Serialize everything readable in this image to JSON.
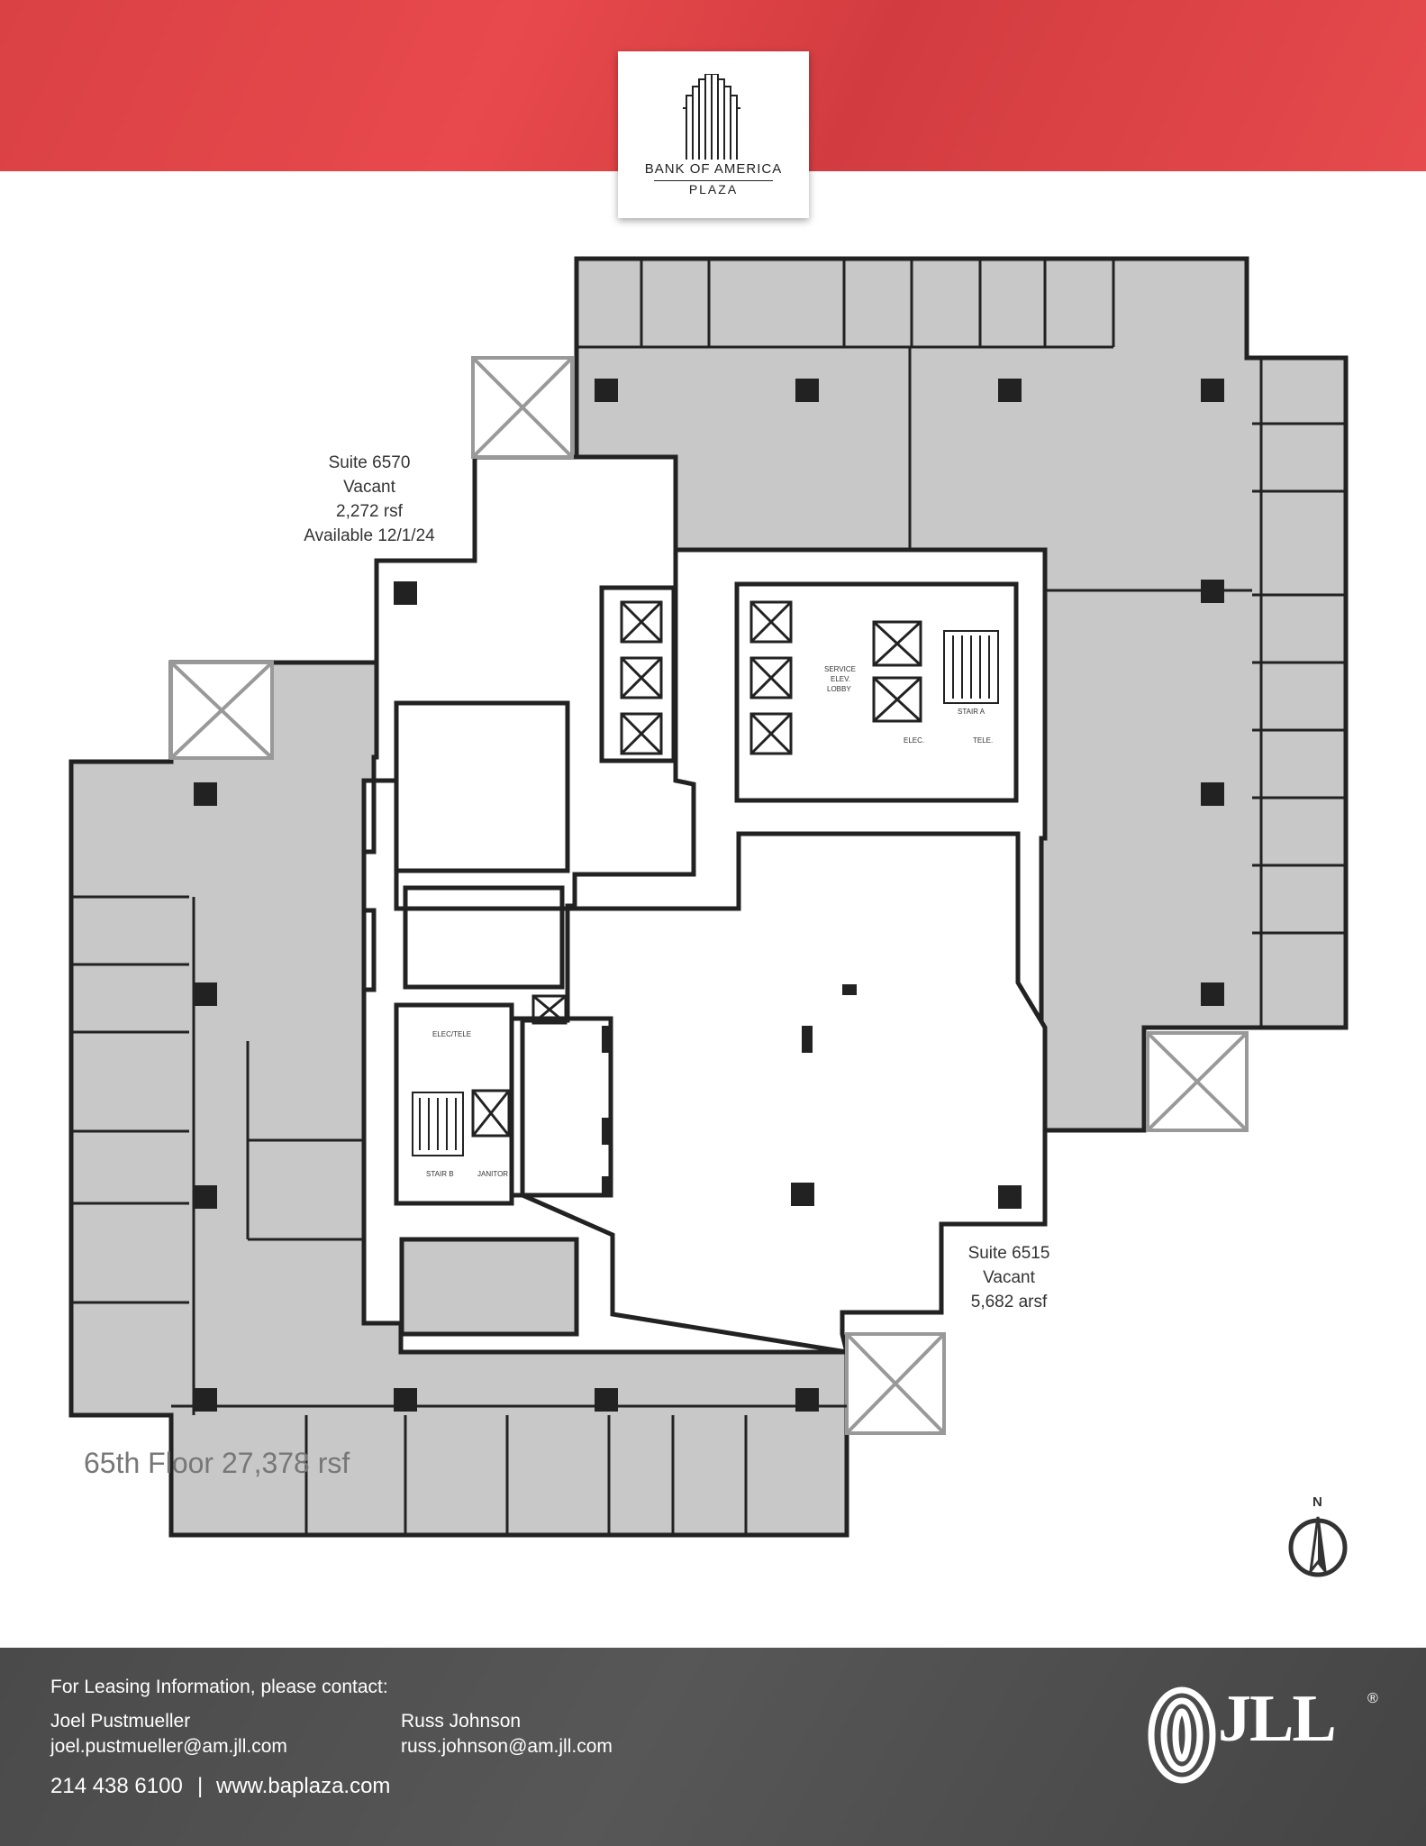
{
  "header": {
    "logo_line1": "BANK OF AMERICA",
    "logo_line2": "PLAZA"
  },
  "plan": {
    "rooms": {
      "service_elev_lobby_1": "SERVICE",
      "service_elev_lobby_2": "ELEV.",
      "service_elev_lobby_3": "LOBBY",
      "stair_a": "STAIR A",
      "elec": "ELEC.",
      "tele": "TELE.",
      "elec_tele": "ELEC/TELE",
      "stair_b": "STAIR B",
      "janitor": "JANITOR"
    },
    "suite_6570": {
      "name": "Suite 6570",
      "status": "Vacant",
      "size": "2,272 rsf",
      "availability": "Available 12/1/24"
    },
    "suite_6515": {
      "name": "Suite 6515",
      "status": "Vacant",
      "size": "5,682 arsf"
    },
    "compass_label": "N"
  },
  "floor": {
    "title": "65th Floor  27,378 rsf"
  },
  "footer": {
    "contact_heading": "For Leasing Information, please contact:",
    "contact1_name": "Joel Pustmueller",
    "contact1_email": "joel.pustmueller@am.jll.com",
    "contact2_name": "Russ Johnson",
    "contact2_email": "russ.johnson@am.jll.com",
    "phone": "214 438 6100",
    "separator": "|",
    "website": "www.baplaza.com",
    "brand": "JLL",
    "brand_mark": "®"
  },
  "colors": {
    "header_red": "#dd4346",
    "leased_gray": "#c8c8c8",
    "wall": "#222222",
    "footer_gray": "#4d4d4d"
  }
}
